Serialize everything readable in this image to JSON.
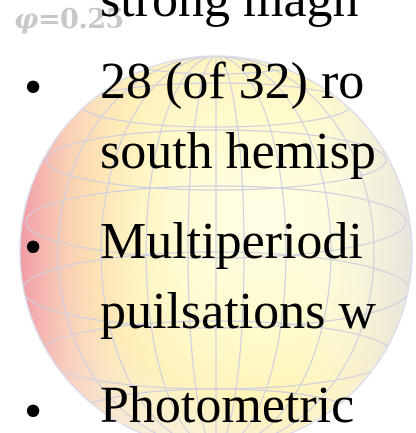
{
  "slide": {
    "phase_symbol": "φ",
    "phase_value": "=0.25",
    "heading_fragment": "strong magn",
    "bullets": [
      {
        "marker": "•",
        "lines": [
          "28 (of 32) ro",
          "south hemisp"
        ]
      },
      {
        "marker": "•",
        "lines": [
          "Multiperiodi",
          "puilsations w"
        ]
      },
      {
        "marker": "•",
        "lines": [
          "Photometric"
        ]
      }
    ]
  }
}
